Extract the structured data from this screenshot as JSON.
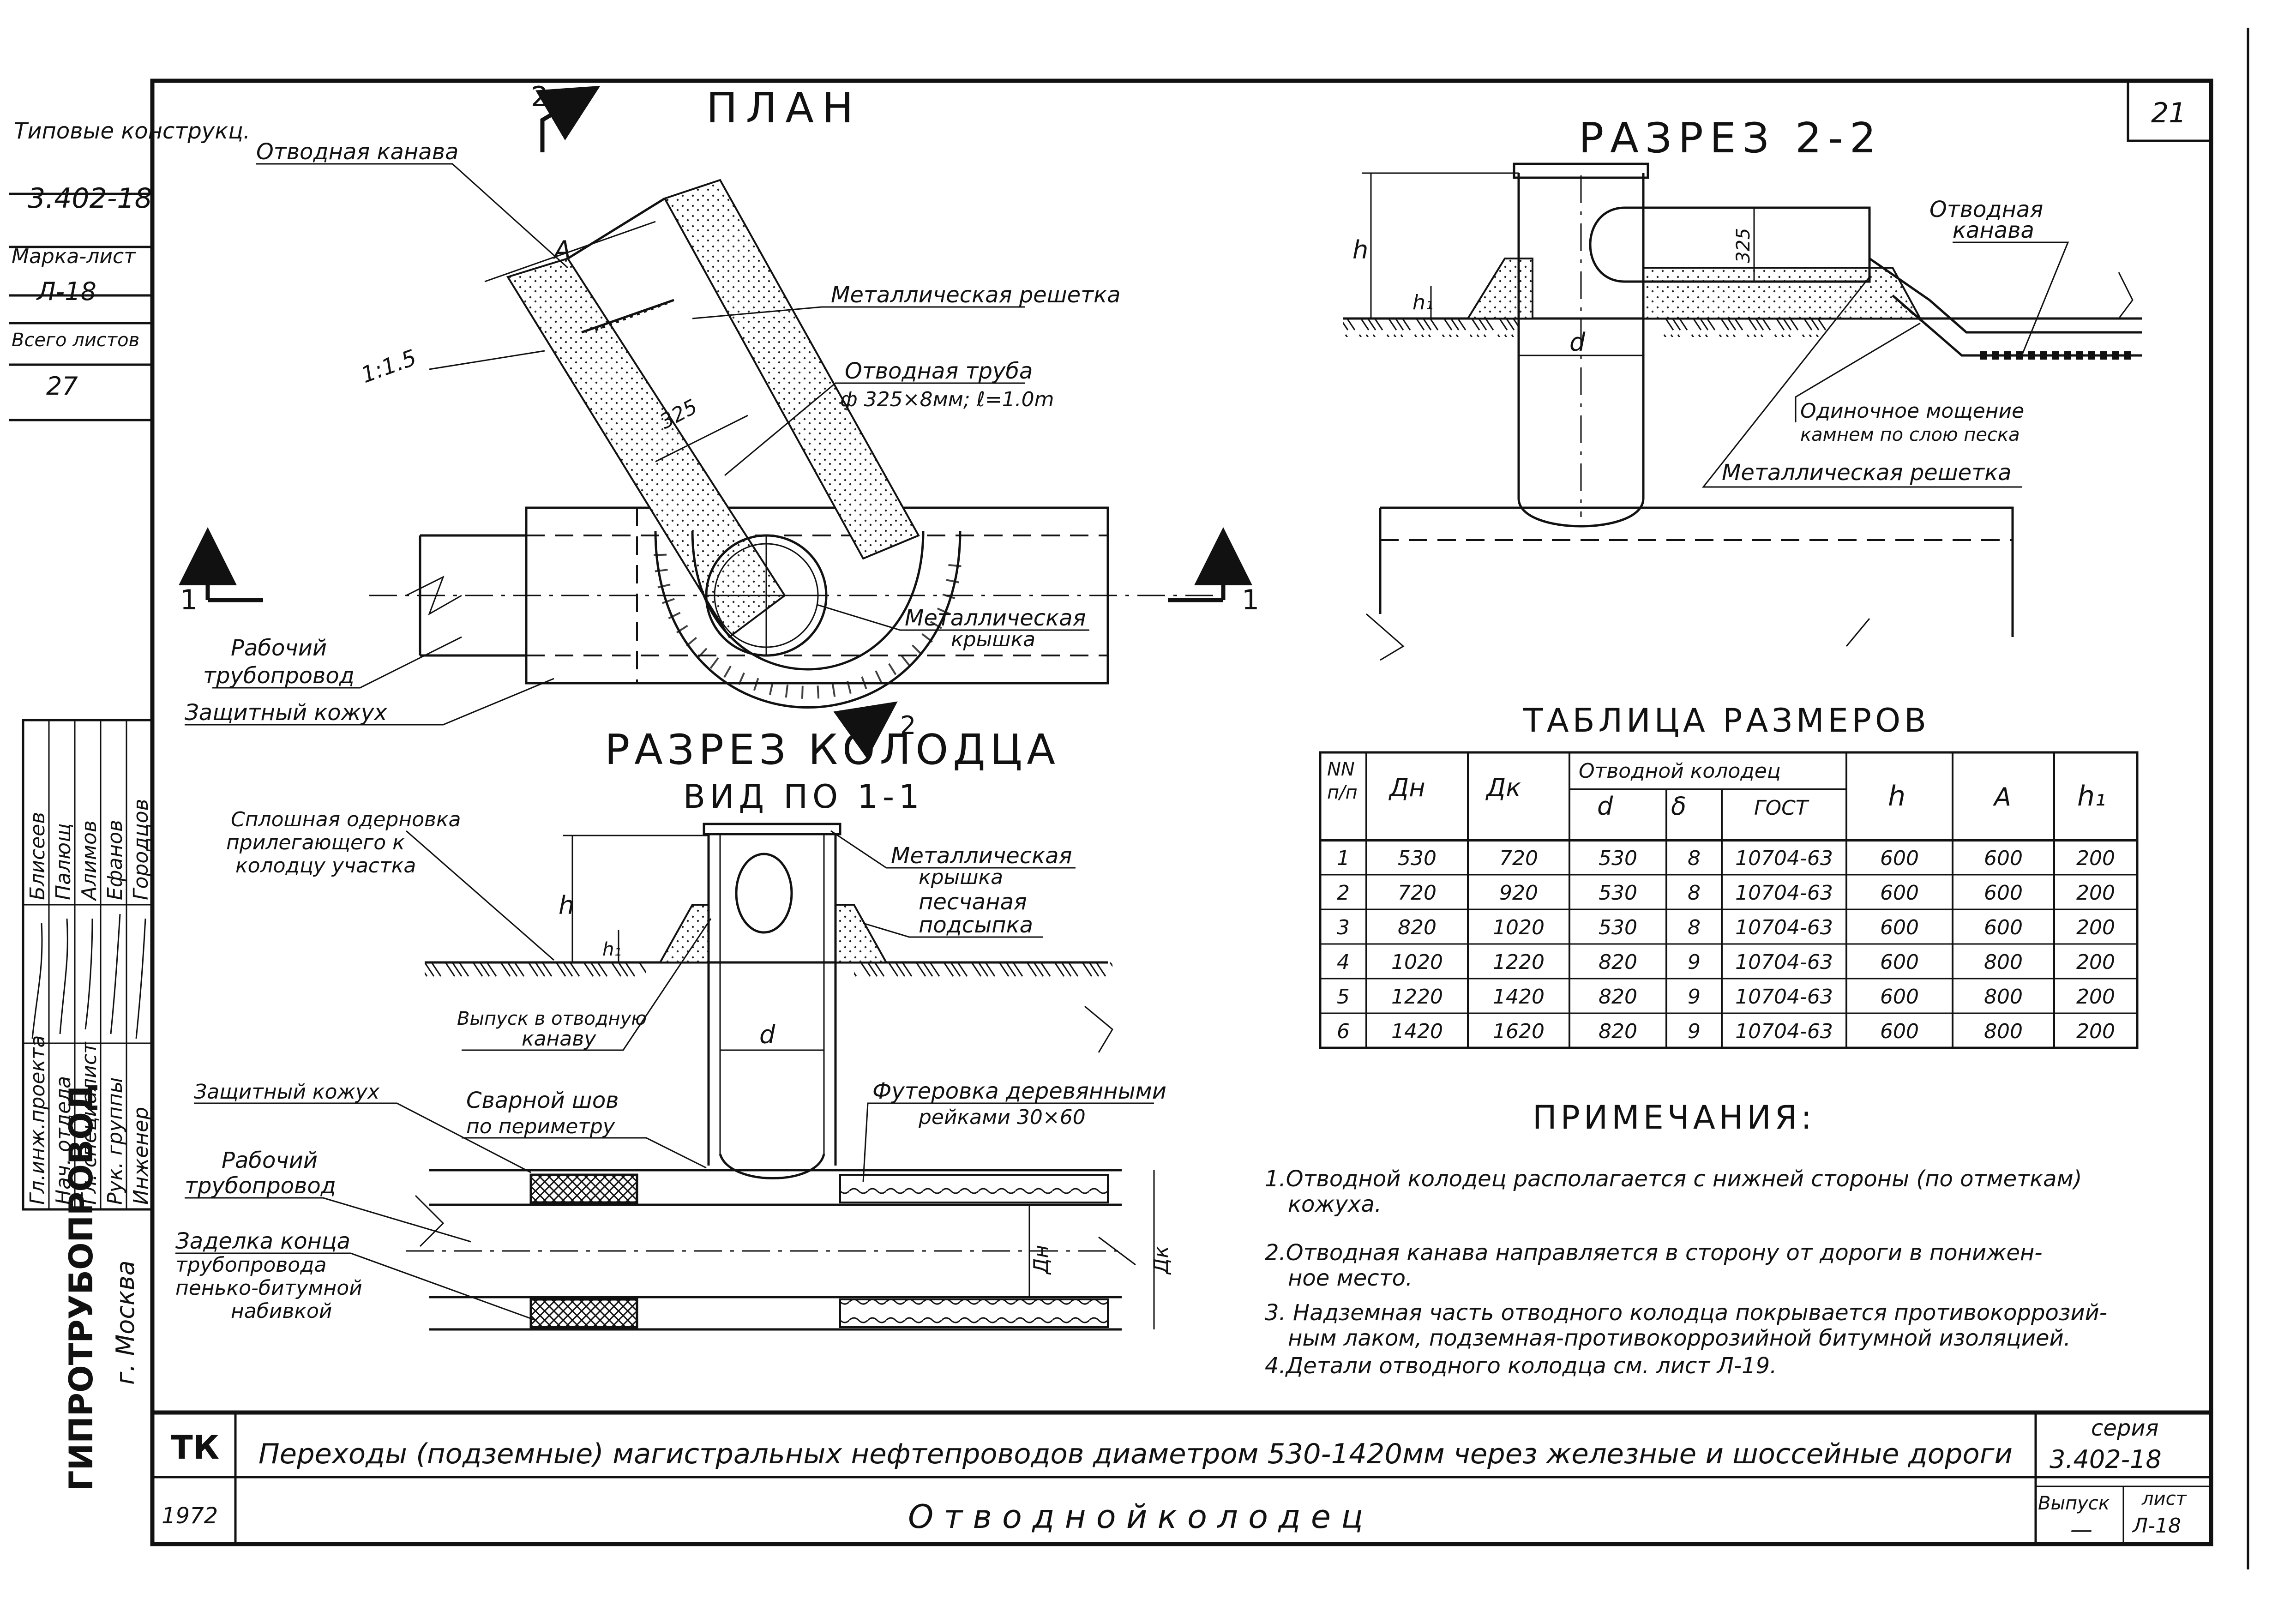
{
  "side_stamp": {
    "rows": [
      {
        "label": "Типовые конструкц.",
        "value": "3.402-18"
      },
      {
        "label": "Марка-лист",
        "value": "Л-18"
      },
      {
        "label": "Всего листов",
        "value": "27"
      }
    ]
  },
  "approval_block": {
    "roles": [
      "Гл.инж.проекта",
      "Нач. отдела",
      "Гл. специалист",
      "Рук. группы",
      "Инженер"
    ],
    "names": [
      "Блисеев",
      "Палющ",
      "Алимов",
      "Ефанов",
      "Городцов"
    ]
  },
  "organization": "ГИПРОТРУБОПРОВОД",
  "city": "г. Москва",
  "sheet_number": "21",
  "views": {
    "plan": {
      "title": "ПЛАН",
      "section_mark_1": "1",
      "section_mark_2": "2",
      "dim_A": "A",
      "dim_325": "325",
      "slope": "1:1.5",
      "labels": {
        "ditch": "Отводная канава",
        "grate": "Металлическая решетка",
        "pipe_line1": "Отводная труба",
        "pipe_line2": "ф 325×8мм; ℓ=1.0m",
        "cover_line1": "Металлическая",
        "cover_line2": "крышка",
        "working_pipe_line1": "Рабочий",
        "working_pipe_line2": "трубопровод",
        "casing": "Защитный кожух"
      }
    },
    "section22": {
      "title": "РАЗРЕЗ 2-2",
      "dim_h": "h",
      "dim_h1": "h₁",
      "dim_d": "d",
      "dim_325": "325",
      "labels": {
        "ditch_line1": "Отводная",
        "ditch_line2": "канава",
        "paving_line1": "Одиночное мощение",
        "paving_line2": "камнем по слою песка",
        "grate": "Металлическая решетка"
      }
    },
    "well_section": {
      "title_line1": "РАЗРЕЗ КОЛОДЦА",
      "title_line2": "ВИД ПО 1-1",
      "dim_h": "h",
      "dim_h1": "h₁",
      "dim_d": "d",
      "dim_Dn": "Дн",
      "dim_Dk": "Дк",
      "labels": {
        "sod_line1": "Сплошная одерновка",
        "sod_line2": "прилегающего к",
        "sod_line3": "колодцу участка",
        "cover_line1": "Металлическая",
        "cover_line2": "крышка",
        "sand_line1": "песчаная",
        "sand_line2": "подсыпка",
        "outlet_line1": "Выпуск в отводную",
        "outlet_line2": "канаву",
        "casing": "Защитный кожух",
        "weld_line1": "Сварной шов",
        "weld_line2": "по периметру",
        "lining_line1": "Футеровка деревянными",
        "lining_line2": "рейками 30×60",
        "working_pipe_line1": "Рабочий",
        "working_pipe_line2": "трубопровод",
        "seal_line1": "Заделка конца",
        "seal_line2": "трубопровода",
        "seal_line3": "пенько-битумной",
        "seal_line4": "набивкой"
      }
    }
  },
  "table": {
    "title": "ТАБЛИЦА РАЗМЕРОВ",
    "header": {
      "num_line1": "NN",
      "num_line2": "п/п",
      "dn": "Дн",
      "dk": "Дк",
      "group": "Отводной колодец",
      "d": "d",
      "delta": "δ",
      "gost": "ГОСТ",
      "h": "h",
      "a": "A",
      "h1": "h₁"
    },
    "rows": [
      [
        "1",
        "530",
        "720",
        "530",
        "8",
        "10704-63",
        "600",
        "600",
        "200"
      ],
      [
        "2",
        "720",
        "920",
        "530",
        "8",
        "10704-63",
        "600",
        "600",
        "200"
      ],
      [
        "3",
        "820",
        "1020",
        "530",
        "8",
        "10704-63",
        "600",
        "600",
        "200"
      ],
      [
        "4",
        "1020",
        "1220",
        "820",
        "9",
        "10704-63",
        "600",
        "800",
        "200"
      ],
      [
        "5",
        "1220",
        "1420",
        "820",
        "9",
        "10704-63",
        "600",
        "800",
        "200"
      ],
      [
        "6",
        "1420",
        "1620",
        "820",
        "9",
        "10704-63",
        "600",
        "800",
        "200"
      ]
    ]
  },
  "notes": {
    "title": "ПРИМЕЧАНИЯ:",
    "lines": [
      "1.Отводной колодец располагается с нижней стороны (по отметкам)",
      "кожуха.",
      "2.Отводная   канава  направляется в сторону от дороги в понижен-",
      "ное  место.",
      "3. Надземная  часть отводного колодца покрывается противокоррозий-",
      "ным лаком, подземная-противокоррозийной битумной изоляцией.",
      "4.Детали  отводного  колодца  см.  лист  Л-19."
    ]
  },
  "title_block": {
    "code": "ТК",
    "year": "1972",
    "main_title": "Переходы (подземные) магистральных нефтепроводов диаметром 530-1420мм через железные и шоссейные дороги",
    "subtitle": "О т в о д н о й          к о л о д е ц",
    "series_label": "серия",
    "series_value": "3.402-18",
    "issue_label": "Выпуск",
    "issue_value": "—",
    "sheet_label": "лист",
    "sheet_value": "Л-18"
  }
}
